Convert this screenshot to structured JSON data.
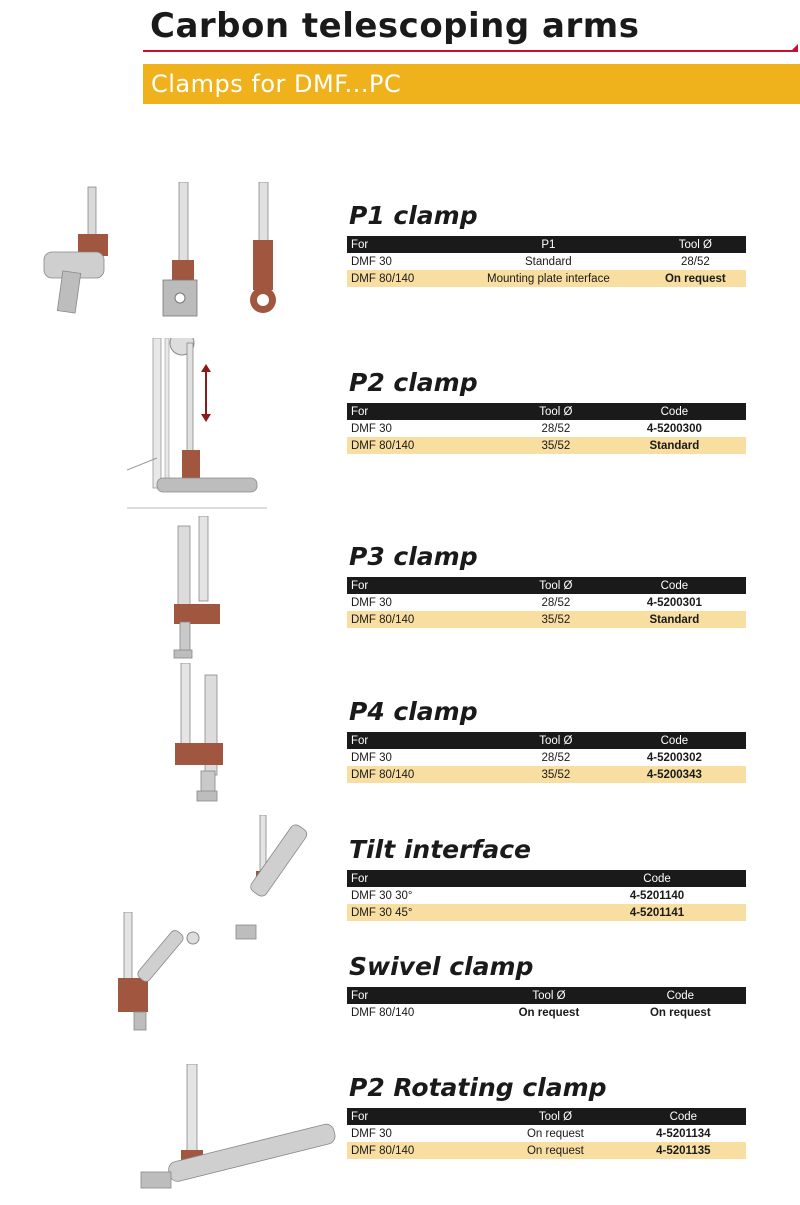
{
  "header": {
    "title": "Carbon telescoping arms",
    "subtitle": "Clamps for DMF...PC",
    "accent_color": "#efb21c",
    "rule_color": "#c8102e"
  },
  "sections": [
    {
      "title": "P1 clamp",
      "columns": [
        "For",
        "P1",
        "Tool Ø"
      ],
      "rows": [
        {
          "cells": [
            "DMF 30",
            "Standard",
            "28/52"
          ]
        },
        {
          "cells": [
            "DMF 80/140",
            "Mounting plate interface",
            "On request"
          ]
        }
      ]
    },
    {
      "title": "P2 clamp",
      "columns": [
        "For",
        "Tool Ø",
        "Code"
      ],
      "rows": [
        {
          "cells": [
            "DMF 30",
            "28/52",
            "4-5200300"
          ]
        },
        {
          "cells": [
            "DMF 80/140",
            "35/52",
            "Standard"
          ]
        }
      ]
    },
    {
      "title": "P3 clamp",
      "columns": [
        "For",
        "Tool Ø",
        "Code"
      ],
      "rows": [
        {
          "cells": [
            "DMF 30",
            "28/52",
            "4-5200301"
          ]
        },
        {
          "cells": [
            "DMF 80/140",
            "35/52",
            "Standard"
          ]
        }
      ]
    },
    {
      "title": "P4 clamp",
      "columns": [
        "For",
        "Tool Ø",
        "Code"
      ],
      "rows": [
        {
          "cells": [
            "DMF 30",
            "28/52",
            "4-5200302"
          ]
        },
        {
          "cells": [
            "DMF 80/140",
            "35/52",
            "4-5200343"
          ]
        }
      ]
    },
    {
      "title": "Tilt interface",
      "columns": [
        "For",
        "",
        "Code"
      ],
      "rows": [
        {
          "cells": [
            "DMF 30 30°",
            "",
            "4-5201140"
          ]
        },
        {
          "cells": [
            "DMF 30 45°",
            "",
            "4-5201141"
          ]
        }
      ]
    },
    {
      "title": "Swivel clamp",
      "columns": [
        "For",
        "Tool Ø",
        "Code"
      ],
      "rows": [
        {
          "cells": [
            "DMF 80/140",
            "On request",
            "On request"
          ]
        }
      ]
    },
    {
      "title": "P2 Rotating clamp",
      "columns": [
        "For",
        "Tool Ø",
        "Code"
      ],
      "rows": [
        {
          "cells": [
            "DMF 30",
            "On request",
            "4-5201134"
          ]
        },
        {
          "cells": [
            "DMF 80/140",
            "On request",
            "4-5201135"
          ]
        }
      ]
    }
  ]
}
